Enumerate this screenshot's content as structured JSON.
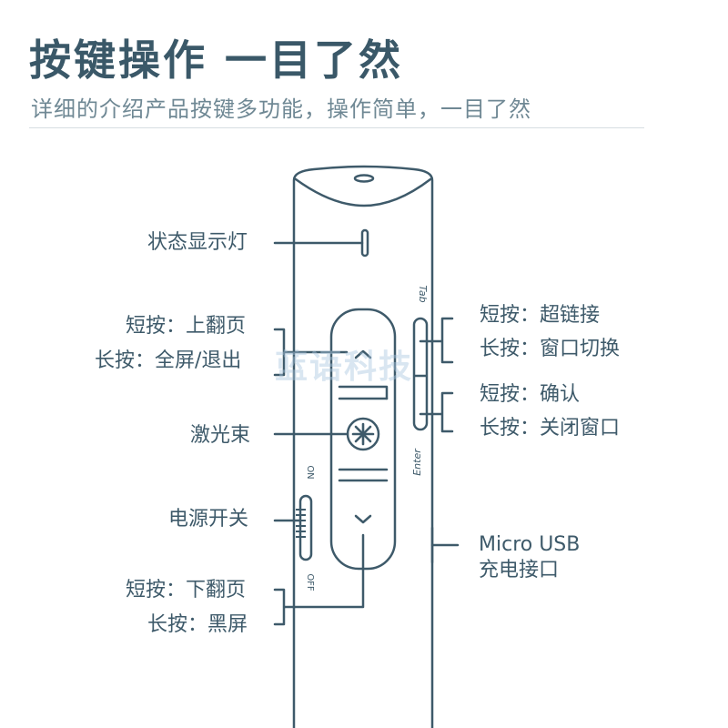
{
  "header": {
    "title": "按键操作 一目了然",
    "subtitle": "详细的介绍产品按键多功能，操作简单，一目了然"
  },
  "watermark": "蓝语科技",
  "device_marks": {
    "tab_label": "Tab",
    "enter_label": "Enter",
    "on_label": "ON",
    "off_label": "OFF"
  },
  "callouts": {
    "status_light": "状态显示灯",
    "up_short": "短按：上翻页",
    "up_long": "长按：全屏/退出",
    "laser": "激光束",
    "power_switch": "电源开关",
    "down_short": "短按：下翻页",
    "down_long": "长按：黑屏",
    "tab_short": "短按：超链接",
    "tab_long": "长按：窗口切换",
    "enter_short": "短按：确认",
    "enter_long": "长按：关闭窗口",
    "usb_line1": "Micro USB",
    "usb_line2": "充电接口"
  },
  "colors": {
    "stroke": "#3e5a6a",
    "title": "#3a5868",
    "subtitle": "#6f8894"
  }
}
